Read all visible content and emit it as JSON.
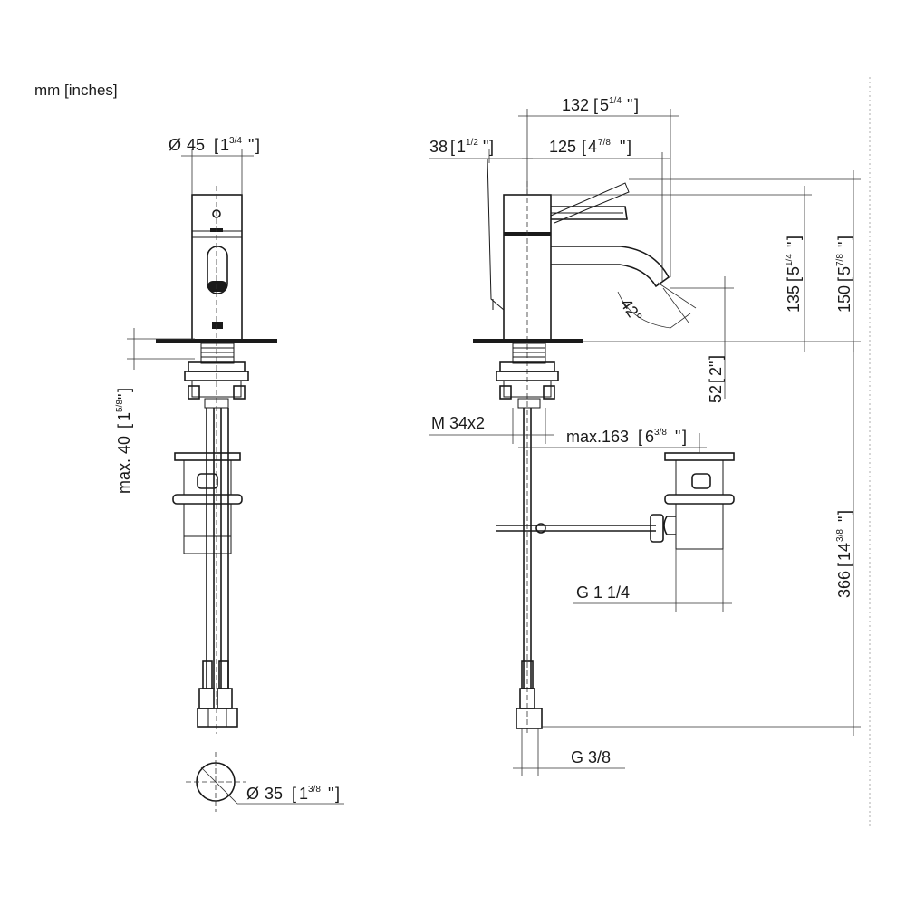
{
  "units_note": "mm [inches]",
  "dimensions": {
    "diameter_45": {
      "symbol": "Ø",
      "value": "45",
      "inch_whole": "1",
      "inch_frac": "3/4",
      "inch_quote": "\""
    },
    "depth_132": {
      "value": "132",
      "inch_whole": "5",
      "inch_frac": "1/4",
      "inch_quote": "\""
    },
    "depth_125": {
      "value": "125",
      "inch_whole": "4",
      "inch_frac": "7/8",
      "inch_quote": "\""
    },
    "offset_38": {
      "value": "38",
      "inch_whole": "1",
      "inch_frac": "1/2",
      "inch_quote": "\""
    },
    "height_135": {
      "value": "135",
      "inch_whole": "5",
      "inch_frac": "1/4",
      "inch_quote": "\""
    },
    "height_150": {
      "value": "150",
      "inch_whole": "5",
      "inch_frac": "7/8",
      "inch_quote": "\""
    },
    "height_52": {
      "value": "52",
      "inch_whole": "2",
      "inch_frac": "",
      "inch_quote": "\""
    },
    "angle": {
      "value": "42°"
    },
    "max_40": {
      "value": "max. 40",
      "inch_whole": "1",
      "inch_frac": "5/8",
      "inch_quote": "\""
    },
    "thread_m34": {
      "value": "M 34x2"
    },
    "max_163": {
      "value": "max.163",
      "inch_whole": "6",
      "inch_frac": "3/8",
      "inch_quote": "\""
    },
    "g_1_1_4": {
      "value": "G 1 1/4"
    },
    "height_366": {
      "value": "366",
      "inch_whole": "14",
      "inch_frac": "3/8",
      "inch_quote": "\""
    },
    "g_3_8": {
      "value": "G 3/8"
    },
    "diameter_35": {
      "symbol": "Ø",
      "value": "35",
      "inch_whole": "1",
      "inch_frac": "3/8",
      "inch_quote": "\""
    }
  },
  "colors": {
    "line": "#1a1a1a",
    "background": "#ffffff"
  }
}
